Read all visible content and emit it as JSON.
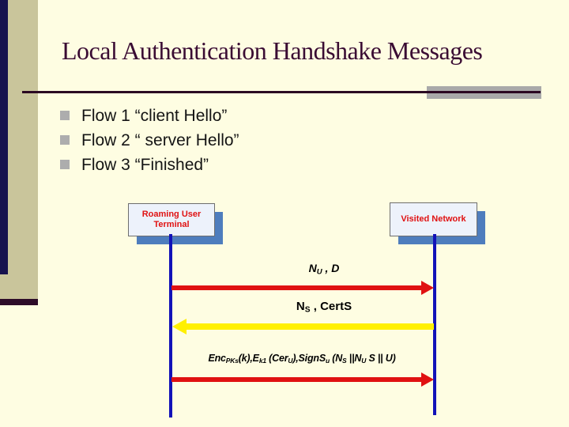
{
  "slide": {
    "title": "Local Authentication Handshake Messages",
    "bullets": [
      "Flow 1 “client Hello”",
      "Flow 2 “ server Hello”",
      "Flow 3 “Finished”"
    ]
  },
  "diagram": {
    "left_box": {
      "line1": "Roaming User",
      "line2": "Terminal"
    },
    "right_box": {
      "line1": "Visited Network"
    },
    "messages": {
      "msg1": {
        "parts": [
          {
            "text": "N",
            "sub": "U"
          },
          {
            "text": " , D",
            "sub": ""
          }
        ]
      },
      "msg2": {
        "parts": [
          {
            "text": "N",
            "sub": "S"
          },
          {
            "text": " , CertS",
            "sub": ""
          }
        ]
      },
      "msg3": {
        "parts": [
          {
            "text": "Enc",
            "sub": "PKs"
          },
          {
            "text": "(k),E",
            "sub": "k1"
          },
          {
            "text": " (Cer",
            "sub": "U"
          },
          {
            "text": "),SignS",
            "sub": "u"
          },
          {
            "text": " (N",
            "sub": "S"
          },
          {
            "text": " ||N",
            "sub": "U"
          },
          {
            "text": "  S || U)",
            "sub": ""
          }
        ]
      }
    }
  },
  "colors": {
    "background": "#FEFDE2",
    "tan_band": "#C9C59B",
    "navy_strip": "#16124E",
    "title_text": "#3A0C33",
    "bullet_square": "#ADADAD",
    "actor_text_red": "#E01212",
    "box_shadow_blue": "#4E7DBD",
    "lifeline_blue": "#1212B8",
    "arrow_red": "#E01111",
    "arrow_yellow": "#FFF000"
  }
}
